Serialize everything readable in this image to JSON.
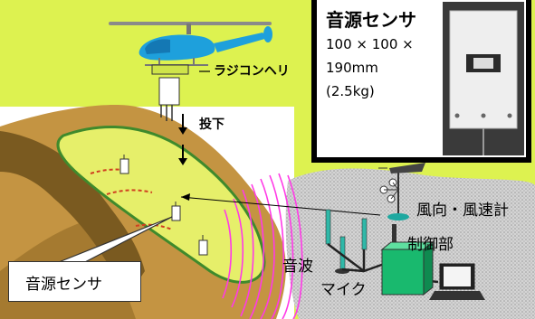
{
  "heli_label": "ラジコンヘリ",
  "drop_label": "投下",
  "sensor_panel": {
    "title": "音源センサ",
    "dims_line1": "100 × 100 ×",
    "dims_line2": "190mm",
    "weight": "(2.5kg)"
  },
  "callout_label": "音源センサ",
  "wind_label": "風向・風速計",
  "control_label": "制御部",
  "sound_wave_label": "音波",
  "mic_label": "マイク",
  "colors": {
    "background": "#ddf250",
    "helicopter": "#1ea0dc",
    "hill_soil": "#c09040",
    "hill_top": "#e8f070",
    "ground_gray": "#c8c8c8",
    "wave": "#ff44ee",
    "control_box": "#19b96e"
  }
}
